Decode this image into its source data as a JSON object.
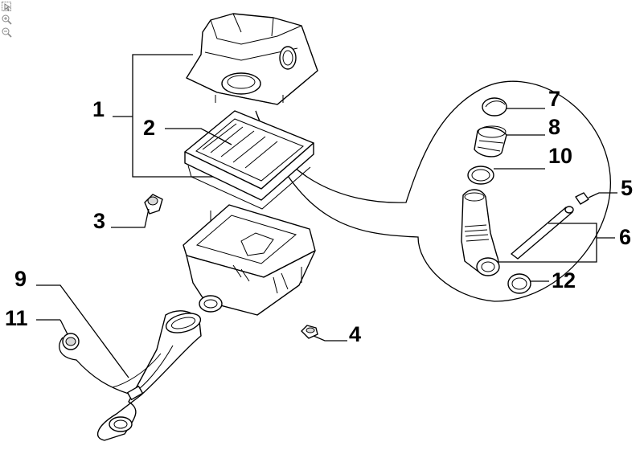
{
  "toolbar": {
    "tools": [
      {
        "name": "select-tool-icon"
      },
      {
        "name": "zoom-in-icon"
      },
      {
        "name": "zoom-out-icon"
      }
    ]
  },
  "callouts": {
    "c1": "1",
    "c2": "2",
    "c3": "3",
    "c4": "4",
    "c5": "5",
    "c6": "6",
    "c7": "7",
    "c8": "8",
    "c9": "9",
    "c10": "10",
    "c11": "11",
    "c12": "12"
  }
}
